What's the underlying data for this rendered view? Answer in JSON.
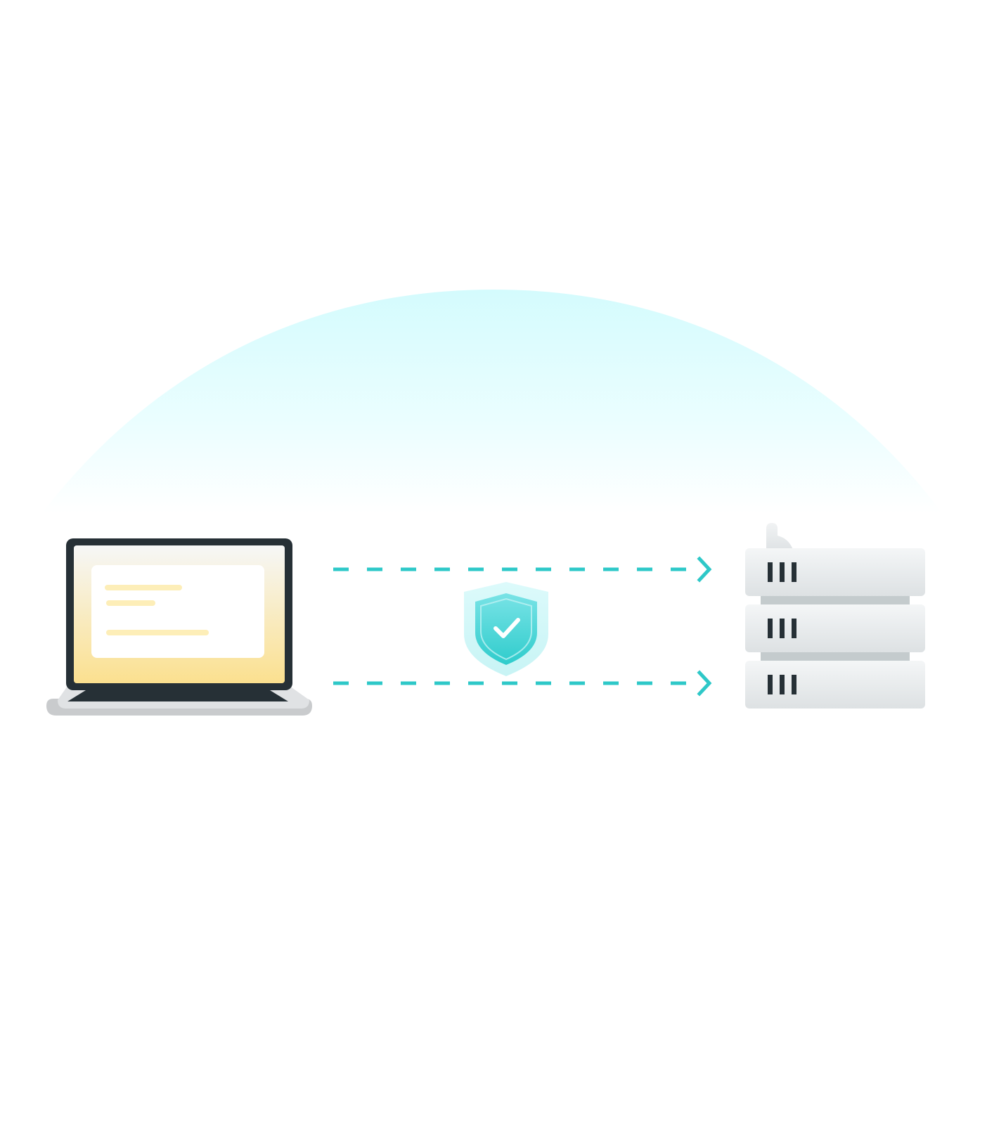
{
  "diagram": {
    "nodes": [
      {
        "id": "client",
        "kind": "laptop",
        "icon": "laptop-icon"
      },
      {
        "id": "protection",
        "kind": "shield",
        "icon": "shield-check-icon"
      },
      {
        "id": "server",
        "kind": "server-stack",
        "icon": "server-rack-icon",
        "units": 3
      }
    ],
    "edges": [
      {
        "from": "client",
        "to": "server",
        "style": "dashed",
        "arrow": "chevron"
      },
      {
        "from": "client",
        "to": "server",
        "style": "dashed",
        "arrow": "chevron"
      }
    ]
  },
  "colors": {
    "background": "#ffffff",
    "dome_top": "#d6fbfd",
    "connection": "#2ec8c8",
    "shield_top": "#6ee0e4",
    "shield_bottom": "#36cfcf",
    "laptop_frame": "#263036",
    "laptop_screen_top": "#f6f7f7",
    "laptop_screen_bottom": "#fbe08f",
    "laptop_text_lines": "#fdeeb8",
    "laptop_base": "#d4d6d8",
    "server_unit": "#eef0f1",
    "server_unit_shadow": "#dfe2e4",
    "server_spacer": "#c4cbcd",
    "server_slots": "#263036"
  }
}
